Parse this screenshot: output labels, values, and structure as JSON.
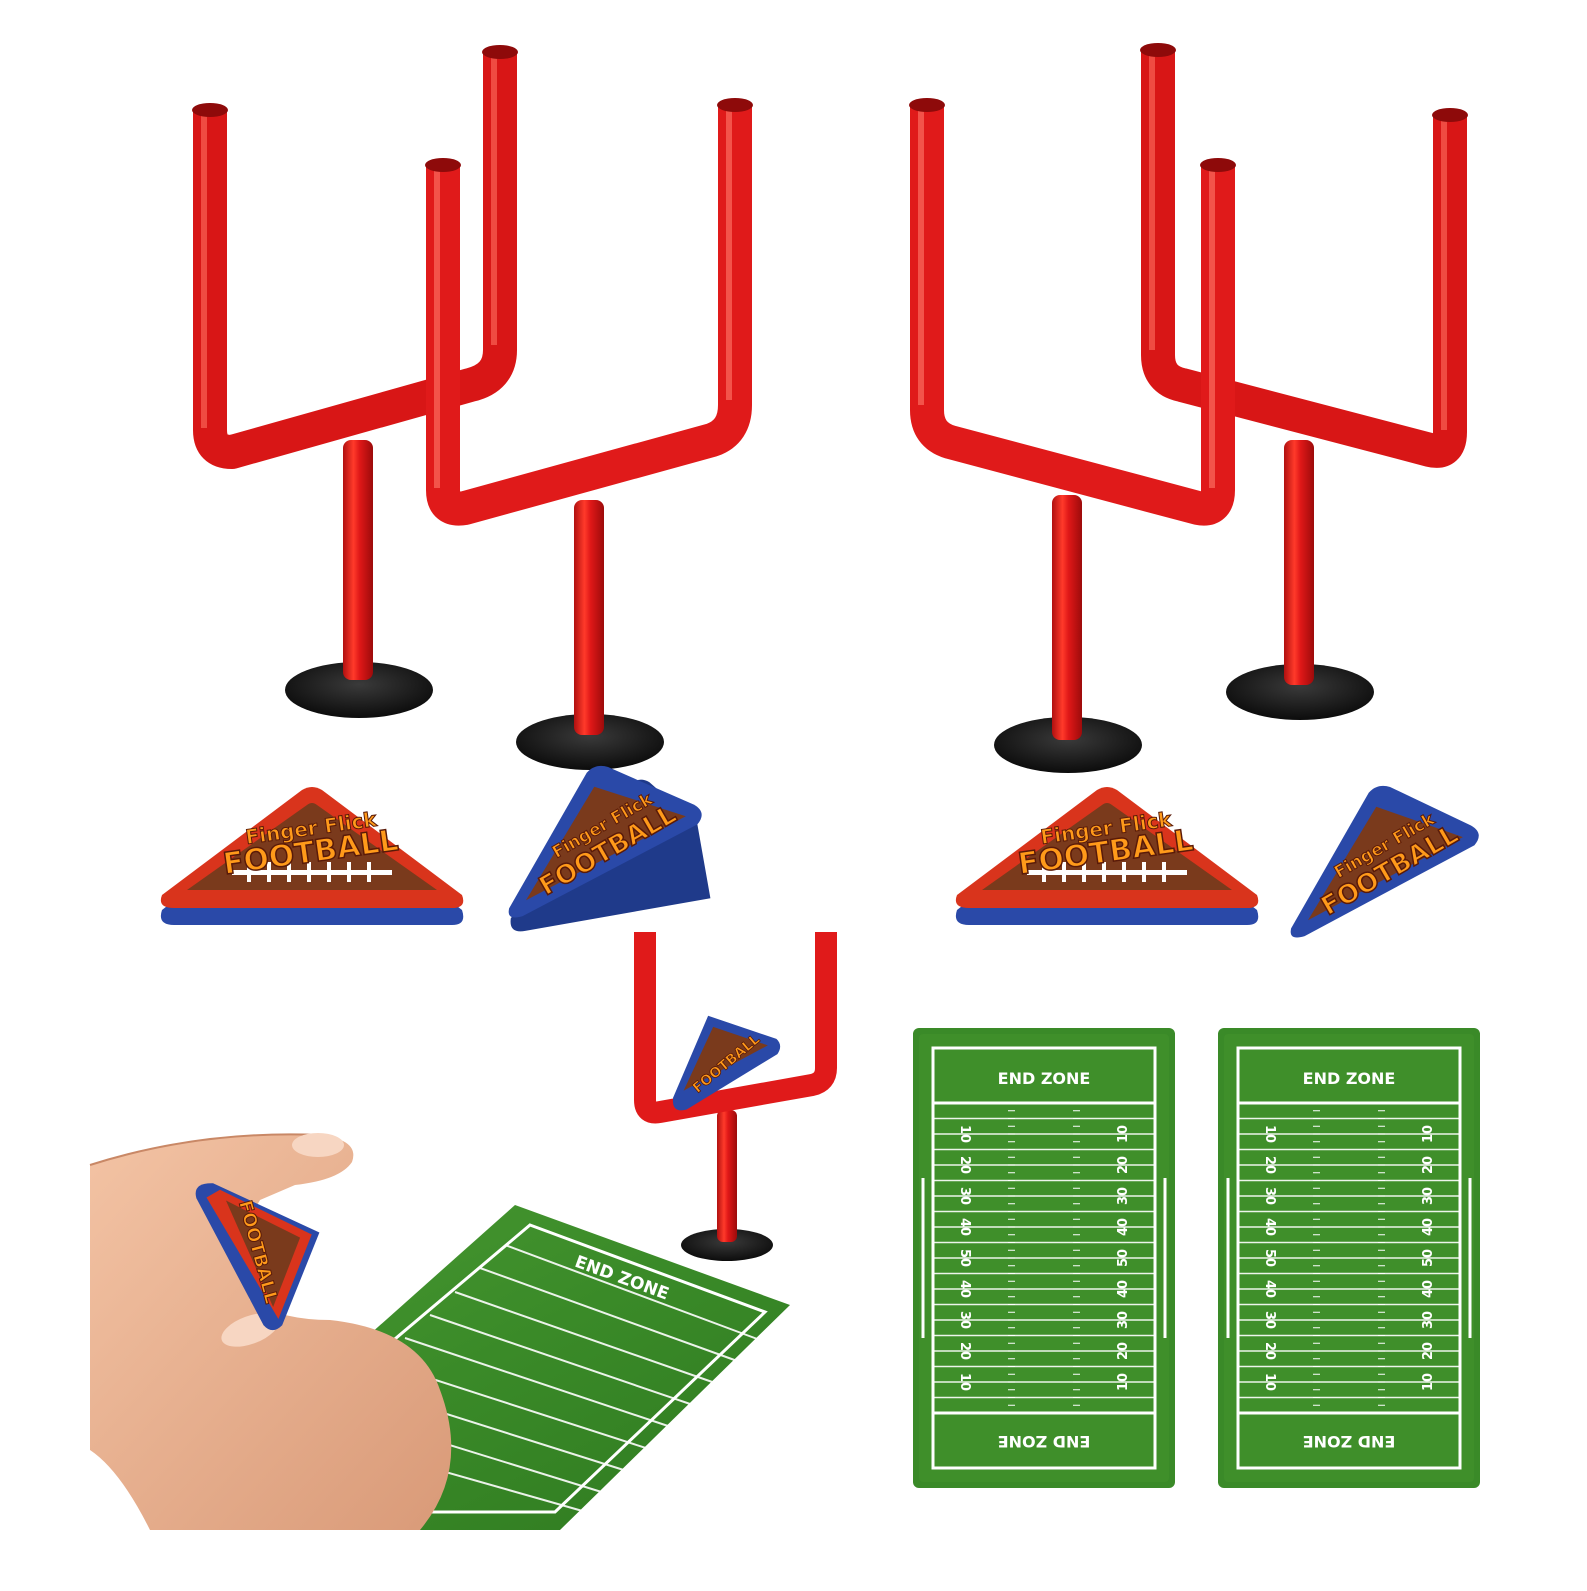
{
  "colors": {
    "background": "#ffffff",
    "goalpost_red": "#e01818",
    "goalpost_dark": "#a80c0c",
    "goalpost_highlight": "#ff7a6a",
    "base_black": "#151515",
    "field_green": "#3f8f2a",
    "field_green_dark": "#2f7420",
    "field_line": "#ffffff",
    "football_brown": "#7a3a1c",
    "token_red": "#d9341c",
    "token_blue": "#2a49a8",
    "logo_orange": "#ff9a1a"
  },
  "product": {
    "logo_line1": "Finger Flick",
    "logo_line2": "FOOTBALL"
  },
  "field_card": {
    "end_zone_label": "END ZONE",
    "yard_labels": [
      "10",
      "20",
      "30",
      "40",
      "50",
      "40",
      "30",
      "20",
      "10"
    ]
  },
  "icons": {
    "goalpost": "goalpost-icon",
    "suction_base": "suction-base-icon",
    "football_token": "football-token-icon",
    "field_card": "football-field-icon",
    "hand": "hand-icon"
  }
}
